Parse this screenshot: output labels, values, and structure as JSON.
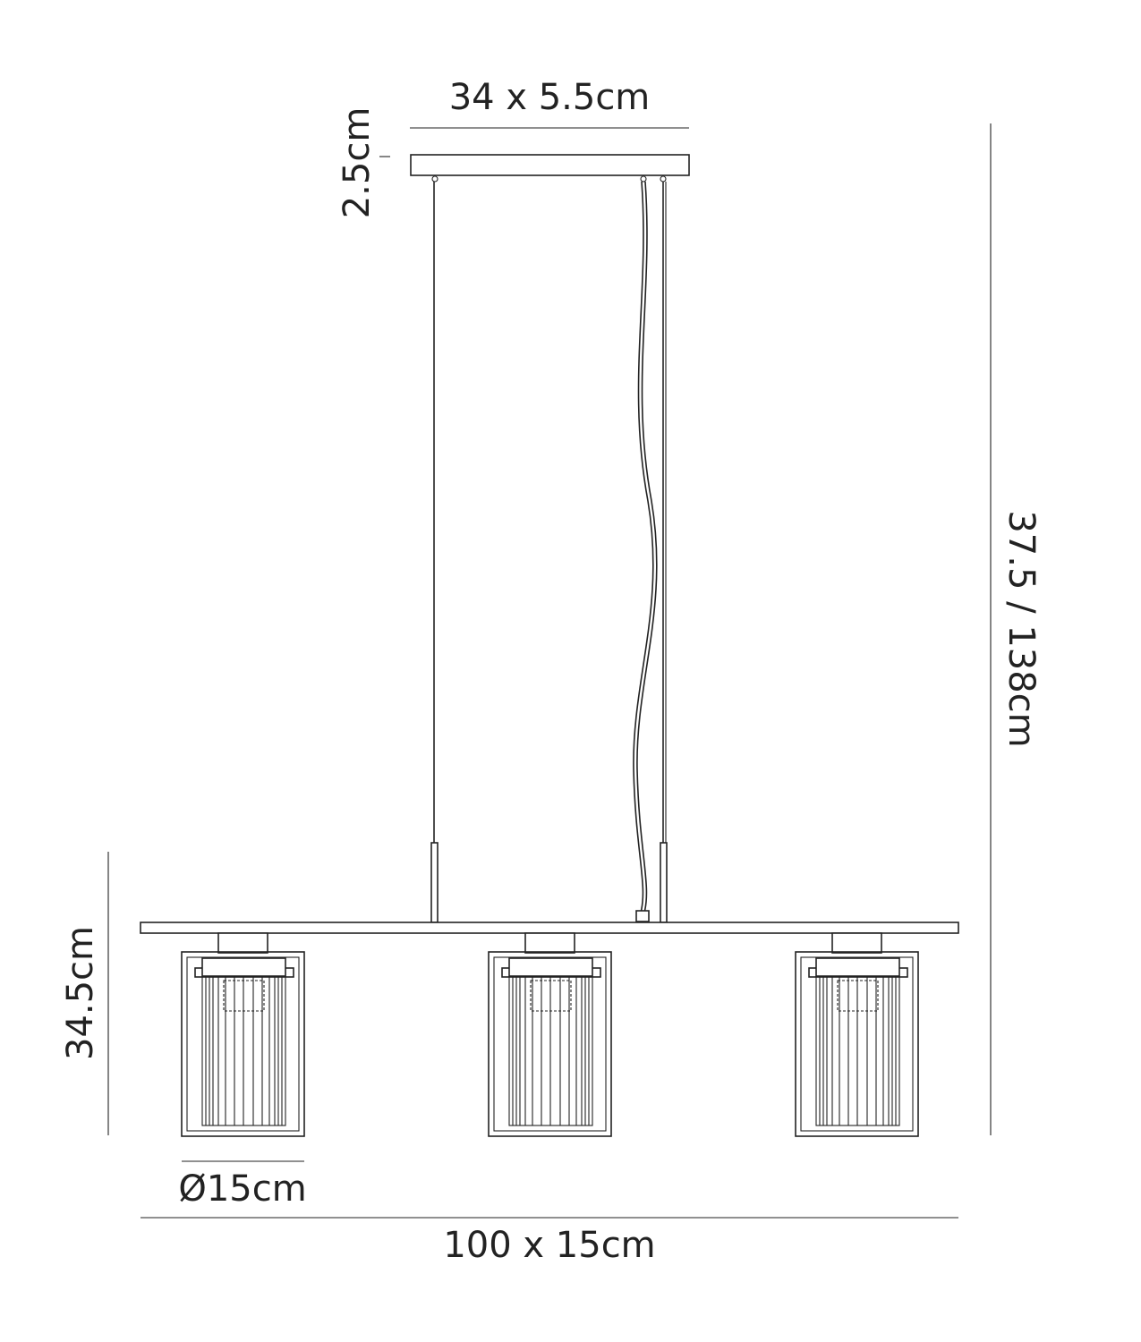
{
  "dimensions": {
    "canopy_size": "34 x 5.5cm",
    "canopy_height": "2.5cm",
    "overall_drop": "37.5 / 138cm",
    "fixture_height": "34.5cm",
    "shade_diameter": "Ø15cm",
    "bar_size": "100 x 15cm"
  },
  "lamp_count": 3,
  "colors": {
    "line": "#222222",
    "background": "#ffffff"
  }
}
